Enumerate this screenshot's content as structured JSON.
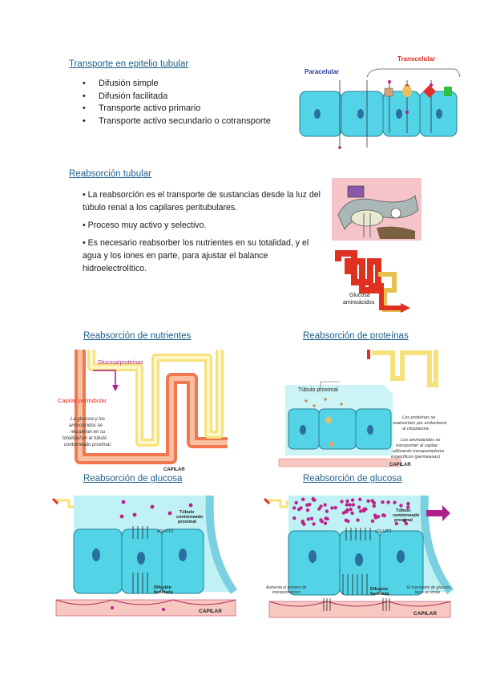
{
  "section1": {
    "heading": "Transporte en epitelio tubular",
    "bullets": [
      "Difusión simple",
      "Difusión facilitada",
      "Transporte activo primario",
      "Transporte activo secundario o cotransporte"
    ]
  },
  "fig_epithelium": {
    "paracelular": "Paracelular",
    "transcelular": "Transcelular"
  },
  "section2": {
    "heading": "Reabsorción tubular",
    "paragraphs": [
      "• La reabsorción es el transporte de sustancias desde la luz del túbulo renal a los capilares peritubulares.",
      "• Proceso muy activo y selectivo.",
      "• Es necesario reabsorber los nutrientes en su totalidad, y el agua y los iones en parte, para ajustar el balance hidroelectrolítico."
    ]
  },
  "fig_tube": {
    "label_line1": "Glucosa",
    "label_line2": "aminoácidos"
  },
  "panel_nutrientes": {
    "heading": "Reabsorción de nutrientes",
    "glucosa_label": "Glucosa/proteínas",
    "capilar_label": "Capilar peritubular",
    "caption": [
      "La glucosa y los",
      "aminoácidos se",
      "recuperan en su",
      "totalidad en el túbulo",
      "contorneado proximal."
    ],
    "capilar_bottom": "CAPILAR"
  },
  "panel_proteinas": {
    "heading": "Reabsorción de proteínas",
    "tubulo_label": "Túbulo proximal",
    "caption1": [
      "Las proteínas se",
      "reabsorben por endocitosis",
      "al citoplasma."
    ],
    "caption2": [
      "Los aminoácidos se",
      "transportan al capilar",
      "utilizando transportadores",
      "específicos (permeasas)"
    ],
    "capilar_bottom": "CAPILAR"
  },
  "panel_glucosa1": {
    "heading": "Reabsorción de glucosa",
    "tubulo_label": [
      "Túbulo",
      "contorneado",
      "proximal"
    ],
    "sglut": "sGLUT2",
    "difusion": [
      "Difusión",
      "facilitada"
    ],
    "capilar_bottom": "CAPILAR"
  },
  "panel_glucosa2": {
    "heading": "Reabsorción de glucosa",
    "tubulo_label": [
      "Túbulo",
      "contorneado",
      "proximal"
    ],
    "sglut": "sGLUT2",
    "difusion": [
      "Difusión",
      "facilitada"
    ],
    "left_caption": [
      "Aumenta el número de",
      "transportadores"
    ],
    "right_caption": [
      "El transporte de glucosa",
      "tiene un límite"
    ],
    "capilar_bottom": "CAPILAR"
  }
}
